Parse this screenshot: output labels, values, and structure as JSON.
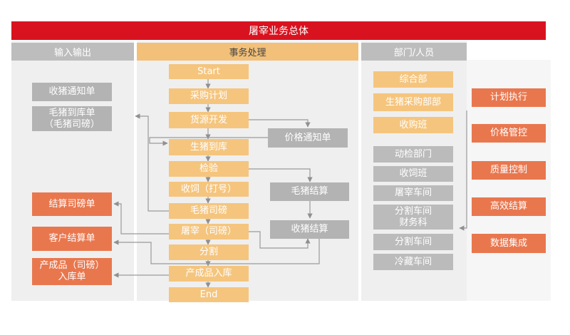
{
  "banner": {
    "title": "屠宰业务总体"
  },
  "columns": {
    "io": "输入输出",
    "process": "事务处理",
    "dept": "部门/人员"
  },
  "io_docs": {
    "gray": [
      "收猪通知单",
      "毛猪到库单\n（毛猪司磅）"
    ],
    "orange": [
      "结算司磅单",
      "客户结算单",
      "产成品（司磅）\n入库单"
    ]
  },
  "process_steps": [
    "Start",
    "采购计划",
    "货源开发",
    "生猪到库",
    "检验",
    "收饲（打号）",
    "毛猪司磅",
    "屠宰（司磅）",
    "分割",
    "产成品入库",
    "End"
  ],
  "side_nodes": [
    "价格通知单",
    "毛猪结算",
    "收猪结算"
  ],
  "departments": {
    "highlighted": [
      "综合部",
      "生猪采购部部",
      "收购班"
    ],
    "others": [
      "动检部门",
      "收饲班",
      "屠宰车间",
      "分割车间\n财务科",
      "分割车间",
      "冷藏车间"
    ]
  },
  "results": [
    "计划执行",
    "价格管控",
    "质量控制",
    "高效结算",
    "数据集成"
  ],
  "colors": {
    "banner": "#d9121f",
    "process": "#f5c57e",
    "doc_gray": "#b3b3b3",
    "doc_orange": "#e9774e",
    "panel": "#efefef"
  }
}
